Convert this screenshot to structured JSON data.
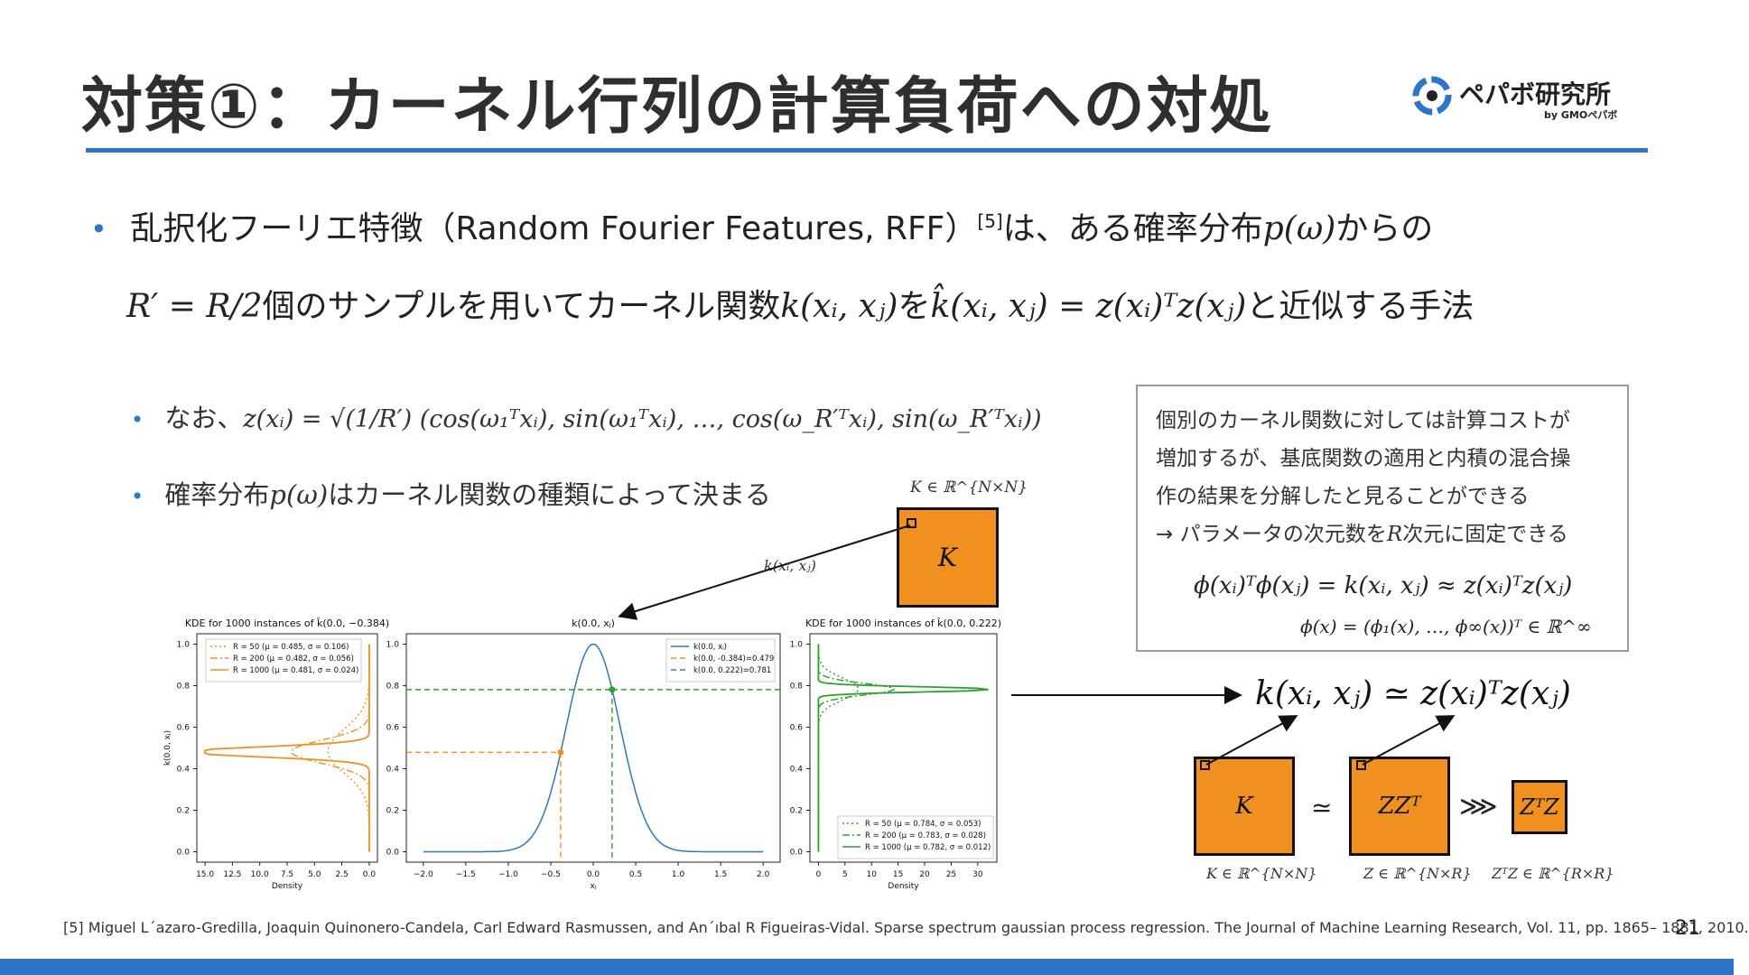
{
  "slide": {
    "title": "対策①：カーネル行列の計算負荷への対処",
    "page_number": "21"
  },
  "logo": {
    "name": "ペパボ研究所",
    "sub": "by GMOペパボ",
    "colors": {
      "blue": "#2e75c9",
      "dark": "#222222"
    }
  },
  "main_bullet": {
    "part1": "乱択化フーリエ特徴（Random Fourier Features, RFF）",
    "ref": "[5]",
    "part2": "は、ある確率分布",
    "p_omega": "p(ω)",
    "part3": "からの",
    "line2_math1": "R′ = R/2",
    "line2_text1": "個のサンプルを用いてカーネル関数",
    "line2_math2": "k(xᵢ, xⱼ)",
    "line2_text2": "を",
    "line2_math3": "k̂(xᵢ, xⱼ) = z(xᵢ)ᵀz(xⱼ)",
    "line2_text3": "と近似する手法"
  },
  "sub_bullets": [
    {
      "text": "なお、",
      "math": "z(xᵢ) = √(1/R′) (cos(ω₁ᵀxᵢ), sin(ω₁ᵀxᵢ), …, cos(ω_R′ᵀxᵢ), sin(ω_R′ᵀxᵢ))"
    },
    {
      "text1": "確率分布",
      "math": "p(ω)",
      "text2": "はカーネル関数の種類によって決まる"
    }
  ],
  "info_box": {
    "lines": [
      "個別のカーネル関数に対しては計算コストが",
      "増加するが、基底関数の適用と内積の混合操",
      "作の結果を分解したと見ることができる",
      "→ パラメータの次元数を",
      "次元に固定できる"
    ],
    "R": "R",
    "eq1": "ϕ(xᵢ)ᵀϕ(xⱼ) = k(xᵢ, xⱼ) ≈ z(xᵢ)ᵀz(xⱼ)",
    "eq2": "ϕ(x) = (ϕ₁(x), …, ϕ∞(x))ᵀ ∈ ℝ^∞"
  },
  "matrix_diagram": {
    "K_label": "K ∈ ℝ^{N×N}",
    "K": "K",
    "kxx": "k(xᵢ, xⱼ)",
    "approx_eq": "k(xᵢ, xⱼ) ≃ z(xᵢ)ᵀz(xⱼ)",
    "bottom": [
      {
        "inner": "K",
        "label": "K ∈ ℝ^{N×N}"
      },
      {
        "inner": "ZZᵀ",
        "label": "Z ∈ ℝ^{N×R}"
      },
      {
        "inner": "ZᵀZ",
        "label": "ZᵀZ ∈ ℝ^{R×R}"
      }
    ],
    "sim": "≃",
    "ggg": "⋙",
    "orange": "#f0901f"
  },
  "chart_data": [
    {
      "type": "line",
      "title": "KDE for 1000 instances of k̂(0.0, −0.384)",
      "xlabel": "Density",
      "ylabel": "k(0.0, xⱼ)",
      "xlim": [
        15.0,
        0.0
      ],
      "ylim": [
        0.0,
        1.0
      ],
      "xticks": [
        "15.0",
        "12.5",
        "10.0",
        "7.5",
        "5.0",
        "2.5",
        "0.0"
      ],
      "yticks": [
        "0.0",
        "0.2",
        "0.4",
        "0.6",
        "0.8",
        "1.0"
      ],
      "legend_position": "top-left",
      "series": [
        {
          "name": "R = 50   (μ = 0.485, σ = 0.106)",
          "mu": 0.485,
          "sigma": 0.106,
          "style": "dotted",
          "color": "#f0901f"
        },
        {
          "name": "R = 200   (μ = 0.482, σ = 0.056)",
          "mu": 0.482,
          "sigma": 0.056,
          "style": "dashdot",
          "color": "#f0901f"
        },
        {
          "name": "R = 1000   (μ = 0.481, σ = 0.024)",
          "mu": 0.481,
          "sigma": 0.024,
          "style": "solid",
          "color": "#f0901f"
        }
      ]
    },
    {
      "type": "line",
      "title": "k(0.0, xⱼ)",
      "xlabel": "xⱼ",
      "ylabel": "",
      "xlim": [
        -2.0,
        2.0
      ],
      "ylim": [
        0.0,
        1.0
      ],
      "xticks": [
        "−2.0",
        "−1.5",
        "−1.0",
        "−0.5",
        "0.0",
        "0.5",
        "1.0",
        "1.5",
        "2.0"
      ],
      "yticks": [
        "0.0",
        "0.2",
        "0.4",
        "0.6",
        "0.8",
        "1.0"
      ],
      "legend_position": "top-right",
      "series": [
        {
          "name": "k(0.0, xⱼ)",
          "kind": "gaussian",
          "lengthscale": 0.316,
          "color": "#2f78b5"
        },
        {
          "name": "k(0.0, -0.384)=0.479",
          "x": -0.384,
          "y": 0.479,
          "style": "dashed",
          "color": "#f0901f"
        },
        {
          "name": "k(0.0, 0.222)=0.781",
          "x": 0.222,
          "y": 0.781,
          "style": "dashed",
          "color": "#2ca02c"
        }
      ]
    },
    {
      "type": "line",
      "title": "KDE for 1000 instances of k̂(0.0, 0.222)",
      "xlabel": "Density",
      "ylabel": "",
      "xlim": [
        0,
        32
      ],
      "ylim": [
        0.0,
        1.0
      ],
      "xticks": [
        "0",
        "5",
        "10",
        "15",
        "20",
        "25",
        "30"
      ],
      "yticks": [
        "0.0",
        "0.2",
        "0.4",
        "0.6",
        "0.8",
        "1.0"
      ],
      "legend_position": "bottom-right",
      "series": [
        {
          "name": "R = 50   (μ = 0.784, σ = 0.053)",
          "mu": 0.784,
          "sigma": 0.053,
          "style": "dotted",
          "color": "#2ca02c"
        },
        {
          "name": "R = 200   (μ = 0.783, σ = 0.028)",
          "mu": 0.783,
          "sigma": 0.028,
          "style": "dashdot",
          "color": "#2ca02c"
        },
        {
          "name": "R = 1000   (μ = 0.782, σ = 0.012)",
          "mu": 0.782,
          "sigma": 0.012,
          "style": "solid",
          "color": "#2ca02c"
        }
      ]
    }
  ],
  "footnote": "[5] Miguel L´azaro-Gredilla, Joaquin Quinonero-Candela, Carl Edward Rasmussen, and An´ıbal R Figueiras-Vidal. Sparse spectrum gaussian process regression. The Journal of Machine Learning Research, Vol. 11, pp. 1865– 1881, 2010."
}
